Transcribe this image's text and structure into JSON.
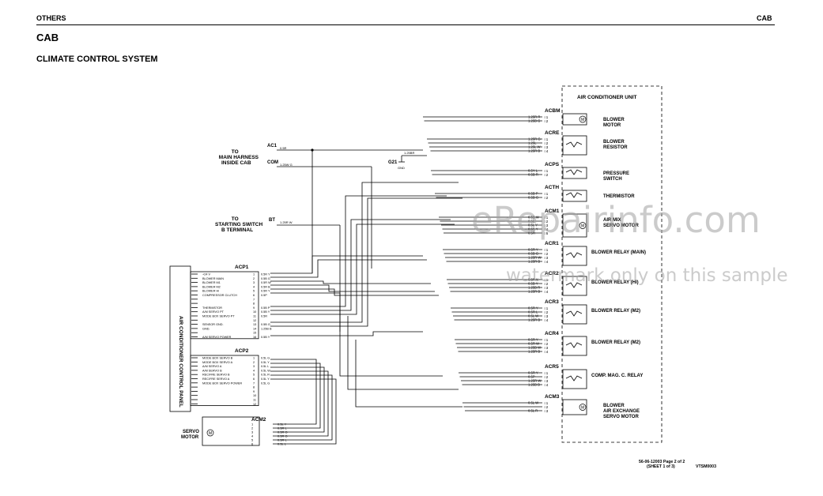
{
  "header": {
    "left": "OTHERS",
    "right": "CAB"
  },
  "title": "CAB",
  "subtitle": "CLIMATE CONTROL SYSTEM",
  "ac_unit_label": "AIR CONDITIONER UNIT",
  "external": {
    "main_harness": [
      "TO",
      "MAIN HARNESS",
      "INSIDE CAB"
    ],
    "starting_switch": [
      "TO",
      "STARTING SWITCH",
      "B TERMINAL"
    ],
    "ac1": "AC1",
    "com": "COM",
    "bt": "BT",
    "g21": "G21",
    "gnd": "GND",
    "ac1_wire": "0.5R",
    "com_wire": "1.25W G",
    "bt_wire": "1.25R W",
    "g21_wire": "1.25BR"
  },
  "panel": {
    "label": "AIR CONDITIONER CONTROL PANEL",
    "acp1": {
      "name": "ACP1",
      "rows": [
        {
          "label": "+24 V",
          "pin": "1",
          "wire": "0.5R Y"
        },
        {
          "label": "BLOWER MAIN",
          "pin": "2",
          "wire": "0.5B G"
        },
        {
          "label": "BLOWER M1",
          "pin": "3",
          "wire": "0.5R W"
        },
        {
          "label": "BLOWER M2",
          "pin": "4",
          "wire": "0.5R B"
        },
        {
          "label": "BLOWER Hi",
          "pin": "5",
          "wire": "0.5R Y"
        },
        {
          "label": "COMPRESSOR CLUTCH",
          "pin": "6",
          "wire": "0.5P"
        },
        {
          "label": "",
          "pin": "7",
          "wire": ""
        },
        {
          "label": "",
          "pin": "8",
          "wire": ""
        },
        {
          "label": "THERMISTOR",
          "pin": "9",
          "wire": "0.5B P"
        },
        {
          "label": "A/M SERVO PT",
          "pin": "10",
          "wire": "0.5B Y"
        },
        {
          "label": "MODE BOX SERVO PT",
          "pin": "11",
          "wire": "0.5R"
        },
        {
          "label": "",
          "pin": "12",
          "wire": ""
        },
        {
          "label": "SENSOR GND.",
          "pin": "13",
          "wire": "0.5B G"
        },
        {
          "label": "GND.",
          "pin": "14",
          "wire": "1.25B B"
        },
        {
          "label": "",
          "pin": "15",
          "wire": ""
        },
        {
          "label": "A/M SERVO POWER",
          "pin": "16",
          "wire": "0.5B Y"
        }
      ]
    },
    "acp2": {
      "name": "ACP2",
      "rows": [
        {
          "label": "MODE BOX SERVO B",
          "pin": "1",
          "wire": "0.5L G"
        },
        {
          "label": "MODE BOX SERVO A",
          "pin": "2",
          "wire": "0.5L Y"
        },
        {
          "label": "A/M SERVO A",
          "pin": "3",
          "wire": "0.5L L"
        },
        {
          "label": "A/M SERVO B",
          "pin": "4",
          "wire": "0.5L W"
        },
        {
          "label": "REC/FRE SERVO B",
          "pin": "5",
          "wire": "0.5L R"
        },
        {
          "label": "REC/FRE SERVO A",
          "pin": "6",
          "wire": "0.5L Y"
        },
        {
          "label": "MODE BOX SERVO POWER",
          "pin": "7",
          "wire": "0.5L G"
        },
        {
          "label": "",
          "pin": "8",
          "wire": ""
        },
        {
          "label": "",
          "pin": "9",
          "wire": ""
        },
        {
          "label": "",
          "pin": "10",
          "wire": ""
        },
        {
          "label": "",
          "pin": "11",
          "wire": ""
        },
        {
          "label": "",
          "pin": "12",
          "wire": ""
        }
      ]
    }
  },
  "servo": {
    "label": [
      "SERVO",
      "MOTOR"
    ],
    "connector": "ACM2",
    "pins": [
      {
        "pin": "1",
        "wire": "0.5L Y"
      },
      {
        "pin": "2",
        "wire": "0.5R L"
      },
      {
        "pin": "3",
        "wire": "0.5R G"
      },
      {
        "pin": "4",
        "wire": "0.5R G"
      },
      {
        "pin": "5",
        "wire": "0.5R L"
      },
      {
        "pin": "6",
        "wire": "0.5L L"
      }
    ]
  },
  "components": [
    {
      "conn": "ACBM",
      "label": [
        "BLOWER",
        "MOTOR"
      ],
      "wires": [
        "1.25R R",
        "1.25B G"
      ]
    },
    {
      "conn": "ACRE",
      "label": [
        "BLOWER",
        "RESISTOR"
      ],
      "wires": [
        "1.25R G",
        "1.25L",
        "1.25L W",
        "1.25R B"
      ]
    },
    {
      "conn": "ACPS",
      "label": [
        "PRESSURE",
        "SWITCH"
      ],
      "wires": [
        "0.5Y L",
        "0.5B R"
      ]
    },
    {
      "conn": "ACTH",
      "label": [
        "THERMISTOR"
      ],
      "wires": [
        "0.5B P",
        "0.5B G"
      ]
    },
    {
      "conn": "ACM1",
      "label": [
        "AIR MIX",
        "SERVO MOTOR"
      ],
      "wires": [
        "0.5B W",
        "0.5L",
        "0.5L Y",
        "0.5B Y",
        "0.5R"
      ]
    },
    {
      "conn": "ACR1",
      "label": [
        "BLOWER RELAY (MAIN)"
      ],
      "wires": [
        "0.5R Y",
        "0.5B G",
        "1.25R W",
        "1.25R B"
      ]
    },
    {
      "conn": "ACR2",
      "label": [
        "BLOWER RELAY (HI)"
      ],
      "wires": [
        "0.5R Y",
        "0.5B Y",
        "1.25B R",
        "1.25R B"
      ]
    },
    {
      "conn": "ACR3",
      "label": [
        "BLOWER RELAY (M2)"
      ],
      "wires": [
        "0.5R Y",
        "0.5R L",
        "0.5L W",
        "1.25R B"
      ]
    },
    {
      "conn": "ACR4",
      "label": [
        "BLOWER RELAY (M2)"
      ],
      "wires": [
        "0.5R Y",
        "0.5R W",
        "1.25B W",
        "1.25R B"
      ]
    },
    {
      "conn": "ACR5",
      "label": [
        "COMP. MAG. C. RELAY"
      ],
      "wires": [
        "0.5R Y",
        "0.5P",
        "1.25R W",
        "1.25B B"
      ]
    },
    {
      "conn": "ACM3",
      "label": [
        "BLOWER",
        "AIR EXCHANGE",
        "SERVO MOTOR"
      ],
      "wires": [
        "0.5L W",
        "",
        "0.5L R"
      ]
    }
  ],
  "footer": {
    "line1": "56-06-12003 Page 2 of 2",
    "line2": "(SHEET 1 of 3)",
    "code": "VTSM0003"
  },
  "watermark": {
    "main": "eRepairinfo.com",
    "sub": "watermark only on this sample"
  }
}
